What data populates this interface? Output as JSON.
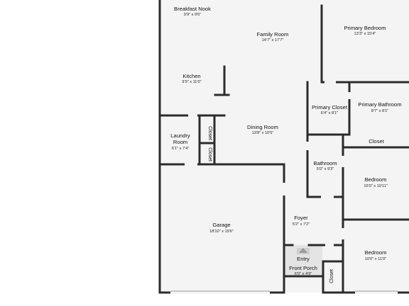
{
  "rooms": {
    "breakfast_nook": {
      "name": "Breakfast Nook",
      "dims": "9'9\" x 9'6\""
    },
    "family_room": {
      "name": "Family Room",
      "dims": "14'7\" x 17'7\""
    },
    "primary_bedroom": {
      "name": "Primary Bedroom",
      "dims": "13'3\" x 15'4\""
    },
    "kitchen": {
      "name": "Kitchen",
      "dims": "9'9\" x 11'0\""
    },
    "primary_closet": {
      "name": "Primary Closet",
      "dims": "6'4\" x 8'1\""
    },
    "primary_bathroom": {
      "name": "Primary Bathroom",
      "dims": "8'7\" x 8'1\""
    },
    "dining_room": {
      "name": "Dining Room",
      "dims": "13'8\" x 10'5\""
    },
    "laundry_room": {
      "name": "Laundry Room",
      "dims": "6'1\" x 7'4\""
    },
    "closet_laundry_top": {
      "name": "Closet"
    },
    "closet_laundry_bottom": {
      "name": "Closet"
    },
    "closet_right": {
      "name": "Closet"
    },
    "bathroom": {
      "name": "Bathroom",
      "dims": "5'0\" x 9'3\""
    },
    "bedroom_upper": {
      "name": "Bedroom",
      "dims": "10'0\" x 10'11\""
    },
    "garage": {
      "name": "Garage",
      "dims": "18'10\" x 19'6\""
    },
    "foyer": {
      "name": "Foyer",
      "dims": "5'2\" x 7'2\""
    },
    "entry": {
      "name": "Entry"
    },
    "front_porch": {
      "name": "Front Porch",
      "dims": "6'0\" x 4'9\""
    },
    "bedroom_lower": {
      "name": "Bedroom",
      "dims": "10'0\" x 11'0\""
    },
    "closet_bottom": {
      "name": "Closet"
    }
  },
  "colors": {
    "wall": "#2b2b2b",
    "floor": "#f4f4f4",
    "porch": "#e2e2e2",
    "background": "#ffffff"
  }
}
